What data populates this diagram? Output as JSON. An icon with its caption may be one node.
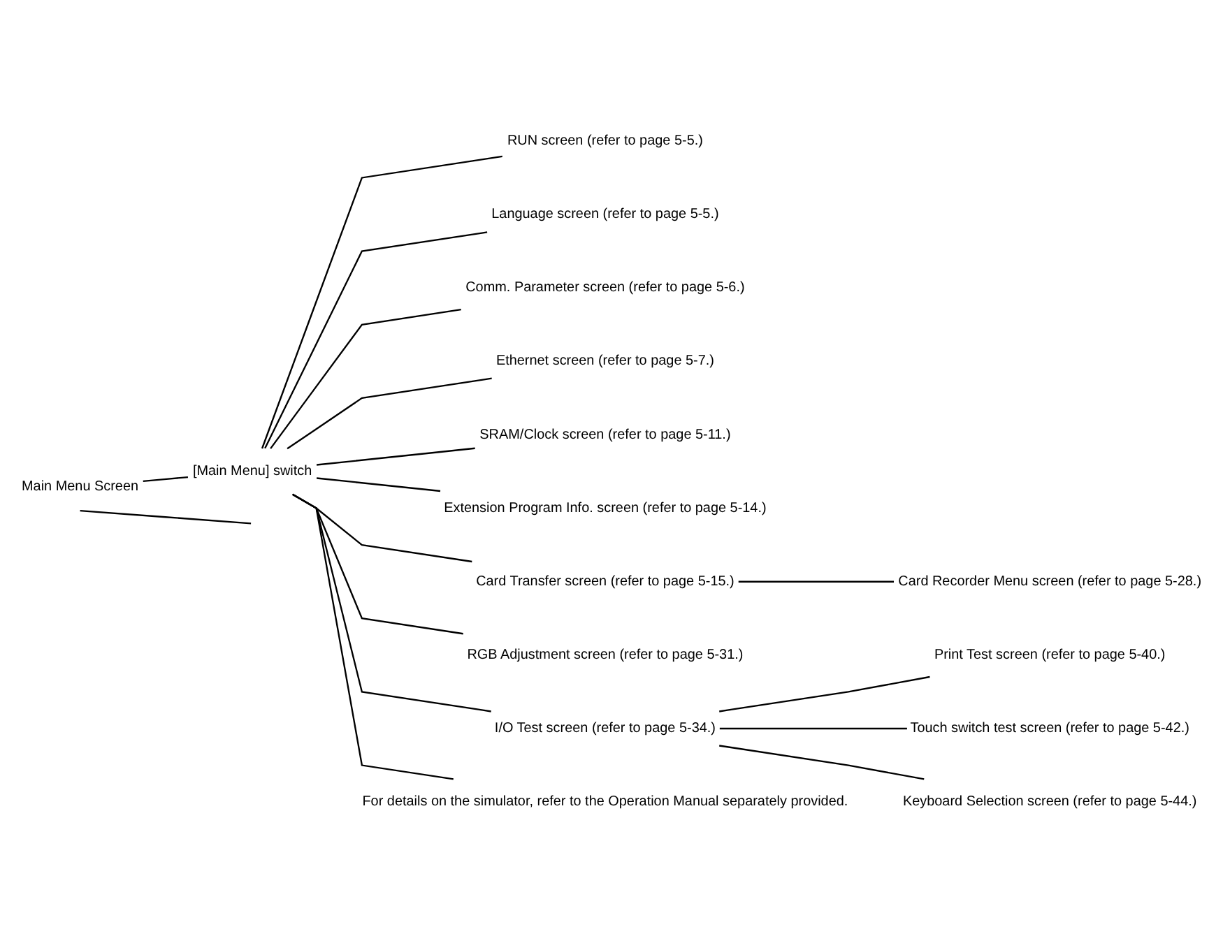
{
  "diagram": {
    "nodes": [
      {
        "text": [
          "Main Menu Screen"
        ]
      },
      {
        "text": [
          "[Main Menu] switch"
        ]
      },
      {
        "text": [
          "RUN screen (refer to page 5-5.)"
        ]
      },
      {
        "text": [
          "Language screen (refer to page 5-5.)"
        ]
      },
      {
        "text": [
          "Comm. Parameter screen (refer to page 5-6.)"
        ]
      },
      {
        "text": [
          "Ethernet screen (refer to page 5-7.)"
        ]
      },
      {
        "text": [
          "SRAM/Clock screen (refer to page 5-11.)"
        ]
      },
      {
        "text": [
          "Extension Program Info. screen (refer to page 5-14.)"
        ]
      },
      {
        "text": [
          "Card Transfer screen (refer to page 5-15.)"
        ]
      },
      {
        "text": [
          "Card Recorder Menu screen (refer to page 5-28.)"
        ]
      },
      {
        "text": [
          "RGB Adjustment screen (refer to page 5-31.)"
        ]
      },
      {
        "text": [
          "I/O Test screen (refer to page 5-34.)"
        ]
      },
      {
        "text": [
          "Print Test screen (refer to page 5-40.)"
        ]
      },
      {
        "text": [
          "Touch switch test screen (refer to page 5-42.)"
        ]
      },
      {
        "text": [
          "Keyboard Selection screen (refer to page 5-44.)"
        ]
      },
      {
        "text": [
          "For details on the simulator, refer to the Operation Manual separately provided."
        ]
      }
    ],
    "edges": [
      {
        "from": 0,
        "to": 1,
        "arrow": "none"
      },
      {
        "from": 0,
        "to": null,
        "arrow": "none"
      },
      {
        "from": 1,
        "to": 2,
        "arrow": "none"
      },
      {
        "from": 1,
        "to": 3,
        "arrow": "none"
      },
      {
        "from": 1,
        "to": 4,
        "arrow": "none"
      },
      {
        "from": 1,
        "to": 5,
        "arrow": "none"
      },
      {
        "from": 1,
        "to": 6,
        "arrow": "none"
      },
      {
        "from": 1,
        "to": 7,
        "arrow": "none"
      },
      {
        "from": 1,
        "to": 8,
        "arrow": "none"
      },
      {
        "from": 8,
        "to": 9,
        "arrow": "none"
      },
      {
        "from": 1,
        "to": 10,
        "arrow": "none"
      },
      {
        "from": 1,
        "to": 11,
        "arrow": "none"
      },
      {
        "from": 11,
        "to": 12,
        "arrow": "none"
      },
      {
        "from": 11,
        "to": 13,
        "arrow": "none"
      },
      {
        "from": 11,
        "to": 14,
        "arrow": "none"
      },
      {
        "from": 1,
        "to": 15,
        "arrow": "none"
      }
    ]
  }
}
